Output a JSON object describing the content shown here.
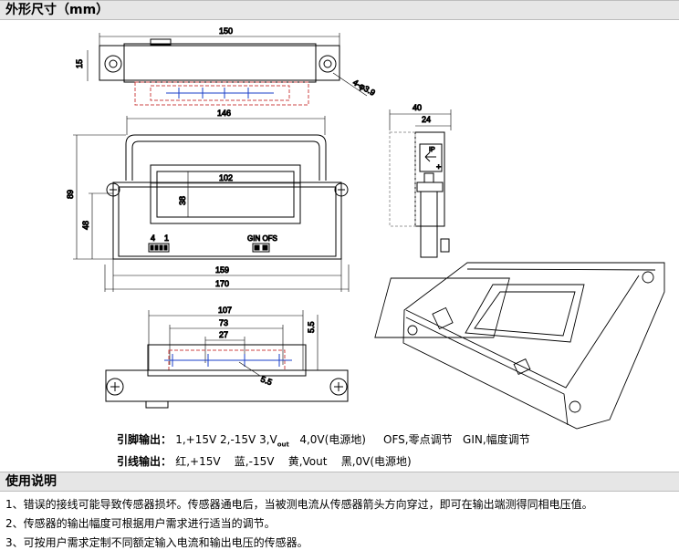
{
  "header_dimensions": "外形尺寸（mm）",
  "header_usage": "使用说明",
  "top_view": {
    "dim_width": "150",
    "dim_height": "15",
    "hole_label": "4-φ3.9"
  },
  "front_view": {
    "dim_outer_top": "146",
    "dim_window_width": "102",
    "dim_window_height": "38",
    "dim_total_height": "89",
    "dim_lower_height": "48",
    "dim_base": "159",
    "dim_total_width": "170",
    "pin_label_4": "4",
    "pin_label_1": "1",
    "gin_ofs_label": "GIN OFS"
  },
  "side_view": {
    "dim_40": "40",
    "dim_24": "24",
    "ip_label": "IP",
    "plus_label": "+"
  },
  "bottom_view": {
    "dim_107": "107",
    "dim_73": "73",
    "dim_27": "27",
    "dim_5_5_side": "5.5",
    "dim_5_5_diag": "5.5"
  },
  "pin_output": {
    "label": "引脚输出：",
    "items": "1,+15V   2,-15V   3,V",
    "vout_sub": "out",
    "items_rest": "   4,0V(电源地)     OFS,零点调节   GIN,幅度调节"
  },
  "wire_output": {
    "label": "引线输出：",
    "items": "红,+15V    蓝,-15V    黄,Vout    黑,0V(电源地)"
  },
  "notes": [
    "1、错误的接线可能导致传感器损坏。传感器通电后，当被测电流从传感器箭头方向穿过，即可在输出端测得同相电压值。",
    "2、传感器的输出幅度可根据用户需求进行适当的调节。",
    "3、可按用户需求定制不同额定输入电流和输出电压的传感器。"
  ]
}
